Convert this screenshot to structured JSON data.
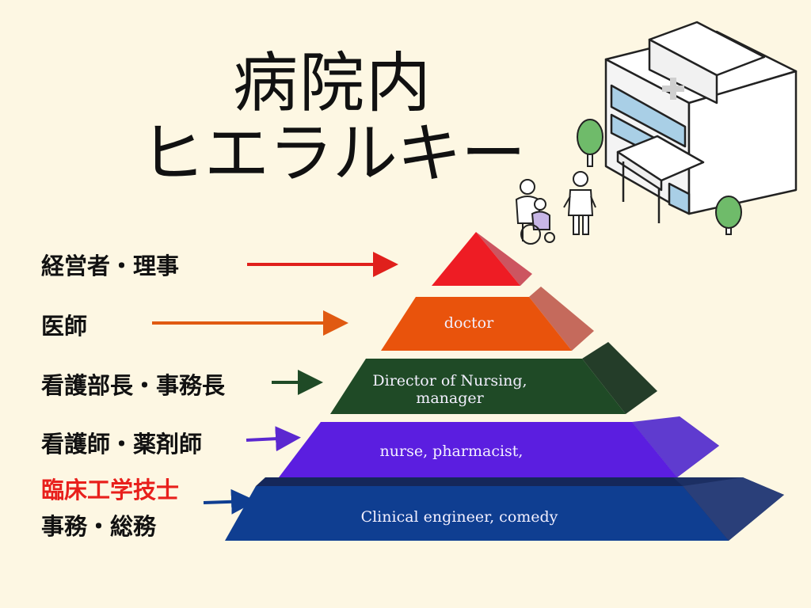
{
  "title": {
    "line1": "病院内",
    "line2": "ヒエラルキー"
  },
  "labels": {
    "executive": "経営者・理事",
    "doctor": "医師",
    "director": "看護部長・事務長",
    "nurse": "看護師・薬剤師",
    "engineer": "臨床工学技士",
    "office": "事務・総務"
  },
  "tiers": {
    "doctor": "doctor",
    "director_line1": "Director of Nursing,",
    "director_line2": "manager",
    "nurse": "nurse, pharmacist,",
    "engineer": "Clinical engineer, comedy"
  },
  "colors": {
    "background": "#fdf7e3",
    "tier_top": "#ee1c24",
    "tier_doctor": "#e9530c",
    "tier_director": "#1f4a26",
    "tier_nurse": "#5b1ee0",
    "tier_engineer": "#0f3e91",
    "arrow_executive": "#e0201c",
    "arrow_doctor": "#e05a12",
    "arrow_director": "#1f4a26",
    "arrow_nurse": "#5b28d0",
    "arrow_engineer": "#0f3e91",
    "label_highlight": "#e8201c"
  },
  "icons": [
    "hospital-building-icon",
    "tree-icon",
    "nurse-with-wheelchair-patient-icon",
    "doctor-icon"
  ]
}
